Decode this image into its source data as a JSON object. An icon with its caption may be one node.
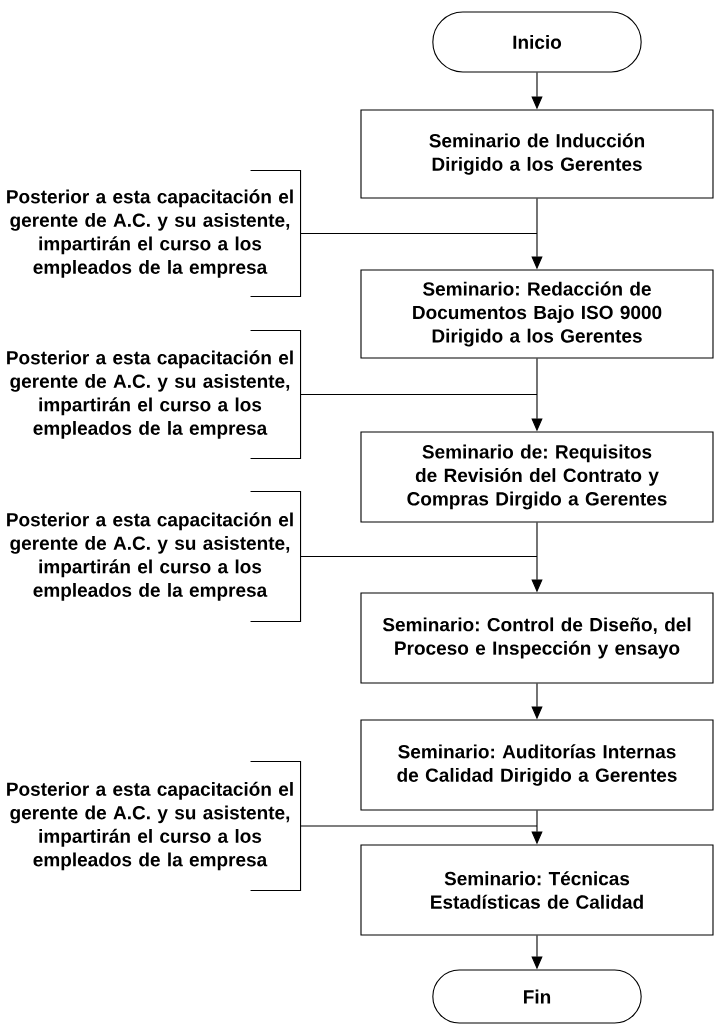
{
  "diagram": {
    "nodes": [
      {
        "text": [
          "Inicio"
        ]
      },
      {
        "text": [
          "Seminario de Inducción Dirigido a los Gerentes"
        ]
      },
      {
        "text": [
          "Posterior a esta capacitación el gerente de A.C. y su asistente, impartirán el curso a los empleados de la empresa"
        ]
      },
      {
        "text": [
          "Seminario: Redacción de Documentos Bajo ISO 9000 Dirigido a los Gerentes"
        ]
      },
      {
        "text": [
          "Posterior a esta capacitación el gerente de A.C. y su asistente, impartirán el curso a los empleados de la empresa"
        ]
      },
      {
        "text": [
          "Seminario de: Requisitos de Revisión del Contrato y Compras Dirgido a Gerentes"
        ]
      },
      {
        "text": [
          "Posterior a esta capacitación el gerente de A.C. y su asistente, impartirán el curso a los empleados de la empresa"
        ]
      },
      {
        "text": [
          "Seminario: Control de Diseño, del Proceso e Inspección y ensayo"
        ]
      },
      {
        "text": [
          "Seminario: Auditorías Internas de Calidad Dirigido a Gerentes"
        ]
      },
      {
        "text": [
          "Posterior a esta capacitación el gerente de A.C. y su asistente, impartirán el curso a los empleados de la empresa"
        ]
      },
      {
        "text": [
          "Seminario: Técnicas Estadísticas de Calidad"
        ]
      },
      {
        "text": [
          "Fin"
        ]
      }
    ],
    "edges": [
      {
        "from": 0,
        "to": 1,
        "arrow": "to"
      },
      {
        "from": 1,
        "to": 3,
        "arrow": "to"
      },
      {
        "from": 3,
        "to": 5,
        "arrow": "to"
      },
      {
        "from": 5,
        "to": 7,
        "arrow": "to"
      },
      {
        "from": 7,
        "to": 8,
        "arrow": "to"
      },
      {
        "from": 8,
        "to": 10,
        "arrow": "to"
      },
      {
        "from": 10,
        "to": 11,
        "arrow": "to"
      },
      {
        "from": 2,
        "to": null,
        "arrow": "none"
      },
      {
        "from": 4,
        "to": null,
        "arrow": "none"
      },
      {
        "from": 6,
        "to": null,
        "arrow": "none"
      },
      {
        "from": 9,
        "to": null,
        "arrow": "none"
      }
    ]
  }
}
